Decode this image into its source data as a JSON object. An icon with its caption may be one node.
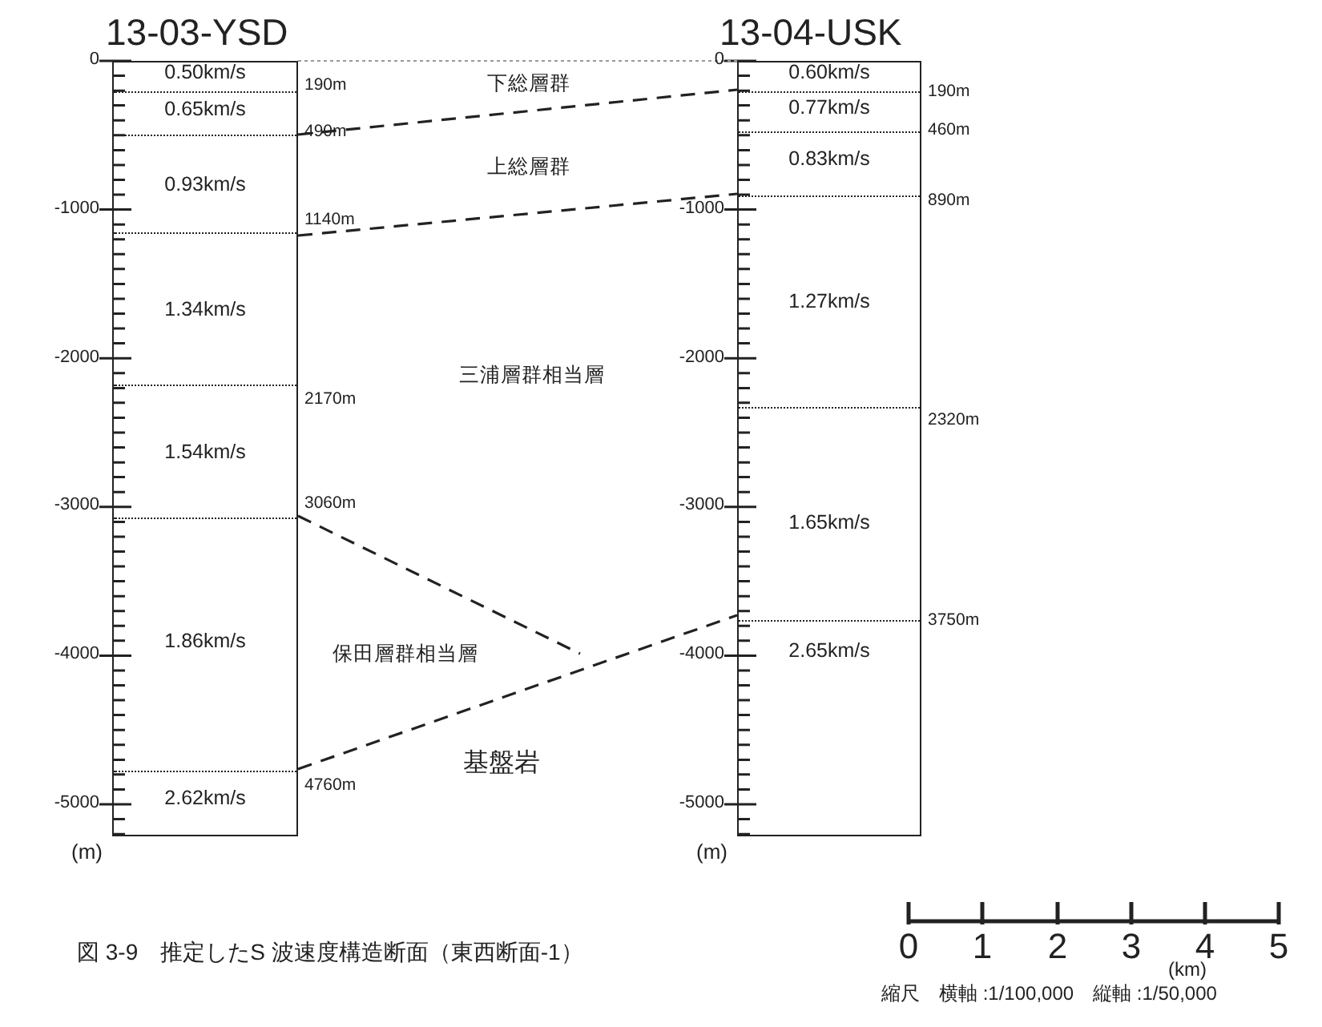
{
  "diagram": {
    "caption": "図 3-9　推定したS 波速度構造断面（東西断面-1）",
    "nodes": [
      {
        "text": [
          "13-03-YSD"
        ]
      },
      {
        "text": [
          "0.50km/s"
        ],
        "in": 0
      },
      {
        "text": [
          "0.65km/s"
        ],
        "in": 0
      },
      {
        "text": [
          "0.93km/s"
        ],
        "in": 0
      },
      {
        "text": [
          "1.34km/s"
        ],
        "in": 0
      },
      {
        "text": [
          "1.54km/s"
        ],
        "in": 0
      },
      {
        "text": [
          "1.86km/s"
        ],
        "in": 0
      },
      {
        "text": [
          "2.62km/s"
        ],
        "in": 0
      },
      {
        "text": [
          "13-04-USK"
        ]
      },
      {
        "text": [
          "0.60km/s"
        ],
        "in": 8
      },
      {
        "text": [
          "0.77km/s"
        ],
        "in": 8
      },
      {
        "text": [
          "0.83km/s"
        ],
        "in": 8
      },
      {
        "text": [
          "1.27km/s"
        ],
        "in": 8
      },
      {
        "text": [
          "1.65km/s"
        ],
        "in": 8
      },
      {
        "text": [
          "2.65km/s"
        ],
        "in": 8
      }
    ],
    "edges": [],
    "labels": [
      "0",
      "-1000",
      "-2000",
      "-3000",
      "-4000",
      "-5000",
      "(m)",
      "0",
      "-1000",
      "-2000",
      "-3000",
      "-4000",
      "-5000",
      "(m)",
      "下総層群",
      "上総層群",
      "三浦層群相当層",
      "保田層群相当層",
      "基盤岩",
      "0",
      "1",
      "2",
      "3",
      "4",
      "5",
      "(km)",
      "縮尺　横軸 :1/100,000　縦軸 :1/50,000",
      "190m",
      "490m",
      "1140m",
      "2170m",
      "3060m",
      "4760m",
      "190m",
      "460m",
      "890m",
      "2320m",
      "3750m"
    ]
  }
}
